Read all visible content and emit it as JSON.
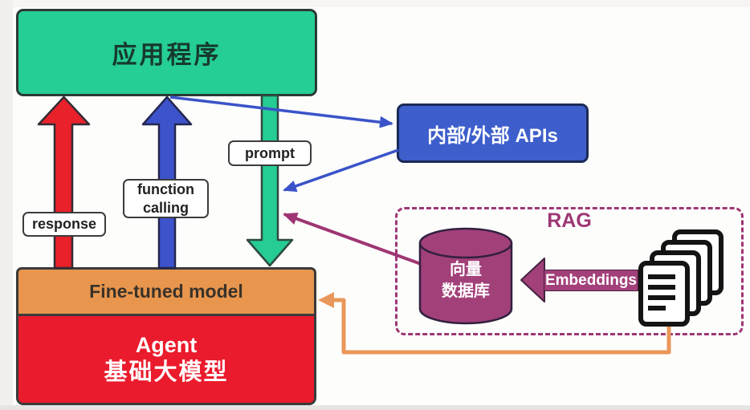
{
  "boxes": {
    "application": {
      "label": "应用程序",
      "fill": "#25ce94"
    },
    "apis": {
      "label": "内部/外部 APIs",
      "fill": "#3d5ecb"
    },
    "fine_tuned": {
      "label": "Fine-tuned model",
      "fill": "#e8964e"
    },
    "agent": {
      "line1": "Agent",
      "line2": "基础大模型",
      "fill": "#ea1b2c"
    }
  },
  "arrow_labels": {
    "response": "response",
    "function_calling": {
      "line1": "function",
      "line2": "calling"
    },
    "prompt": "prompt"
  },
  "rag": {
    "title": "RAG",
    "vector_db": {
      "line1": "向量",
      "line2": "数据库"
    },
    "embeddings": "Embeddings"
  },
  "icons": {
    "document_stack": "document-stack-icon"
  },
  "colors": {
    "application_green": "#25ce94",
    "api_blue": "#3d53cc",
    "response_red": "#e8212b",
    "fine_tuned_orange": "#e8964e",
    "agent_red": "#ea1b2c",
    "rag_purple": "#9e3674",
    "cylinder_purple": "#a2407a",
    "orange_connector": "#e9975a",
    "doc_icon_black": "#141414"
  }
}
